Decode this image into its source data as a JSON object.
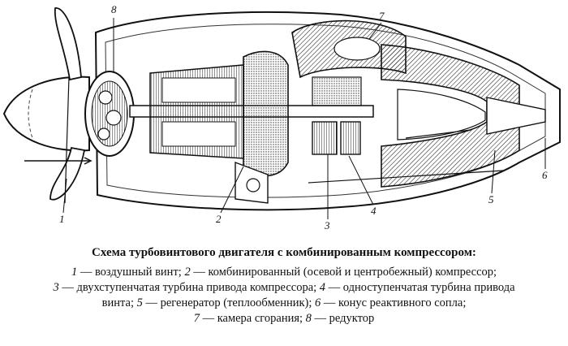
{
  "figure": {
    "labels": [
      "1",
      "2",
      "3",
      "4",
      "5",
      "6",
      "7",
      "8"
    ]
  },
  "caption": {
    "title": "Схема турбовинтового двигателя с комбинированным компрессором:",
    "legend": [
      {
        "num": "1",
        "text": "воздушный винт"
      },
      {
        "num": "2",
        "text": "комбинированный (осевой и центробежный) компрессор"
      },
      {
        "num": "3",
        "text": "двухступенчатая турбина привода компрессора"
      },
      {
        "num": "4",
        "text": "одноступенчатая турбина привода винта"
      },
      {
        "num": "5",
        "text": "регенератор (теплообменник)"
      },
      {
        "num": "6",
        "text": "конус реактивного сопла"
      },
      {
        "num": "7",
        "text": "камера сгорания"
      },
      {
        "num": "8",
        "text": "редуктор"
      }
    ],
    "lines": [
      [
        {
          "n": "1"
        },
        {
          "t": " — воздушный винт; "
        },
        {
          "n": "2"
        },
        {
          "t": " — комбинированный (осевой и центробежный) компрессор;"
        }
      ],
      [
        {
          "n": "3"
        },
        {
          "t": " — двухступенчатая турбина привода компрессора; "
        },
        {
          "n": "4"
        },
        {
          "t": " — одноступенчатая турбина привода"
        }
      ],
      [
        {
          "t": "винта; "
        },
        {
          "n": "5"
        },
        {
          "t": " — регенератор (теплообменник); "
        },
        {
          "n": "6"
        },
        {
          "t": " — конус реактивного сопла;"
        }
      ],
      [
        {
          "n": "7"
        },
        {
          "t": " — камера сгорания; "
        },
        {
          "n": "8"
        },
        {
          "t": " — редуктор"
        }
      ]
    ]
  }
}
